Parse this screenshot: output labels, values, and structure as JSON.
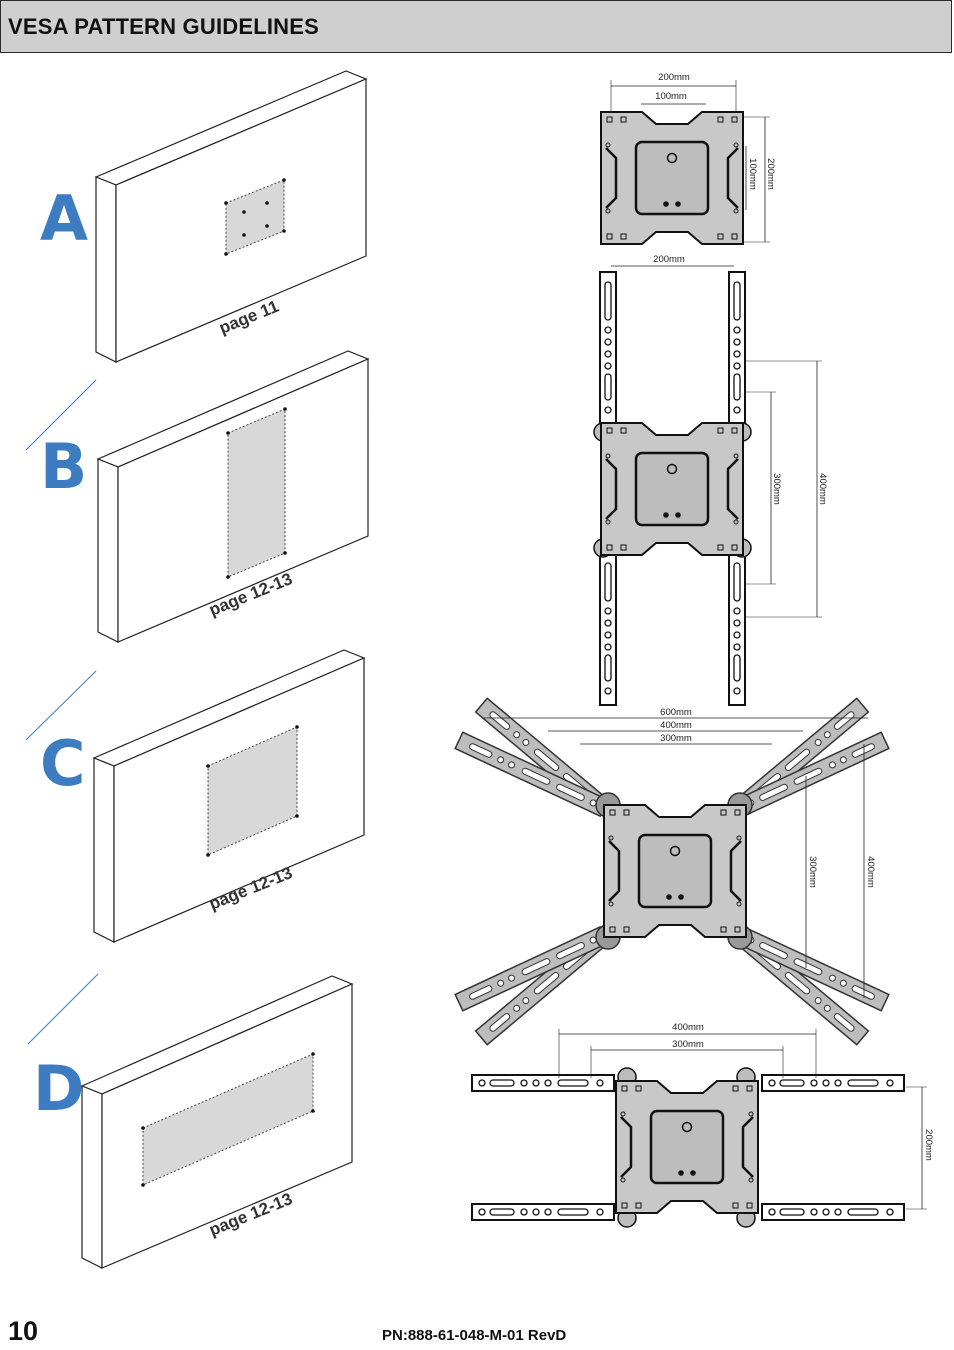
{
  "header": {
    "title": "VESA PATTERN GUIDELINES"
  },
  "sections": [
    {
      "letter": "A",
      "page_label": "page 11"
    },
    {
      "letter": "B",
      "page_label": "page 12-13"
    },
    {
      "letter": "C",
      "page_label": "page 12-13"
    },
    {
      "letter": "D",
      "page_label": "page 12-13"
    }
  ],
  "dimensions": {
    "a": {
      "outer_w": "200mm",
      "inner_w": "100mm",
      "outer_h": "200mm",
      "inner_h": "100mm"
    },
    "b": {
      "width": "200mm",
      "h_inner": "300mm",
      "h_outer": "400mm"
    },
    "c": {
      "w_outer": "600mm",
      "w_mid": "400mm",
      "w_inner": "300mm",
      "h_inner": "300mm",
      "h_outer": "400mm"
    },
    "d": {
      "w_outer": "400mm",
      "w_inner": "300mm",
      "height": "200mm"
    }
  },
  "colors": {
    "accent": "#3d7cc1",
    "header_bg": "#cfcfcf",
    "plate": "#c8c8c8"
  },
  "footer": {
    "page_number": "10",
    "part_number": "PN:888-61-048-M-01 RevD"
  }
}
